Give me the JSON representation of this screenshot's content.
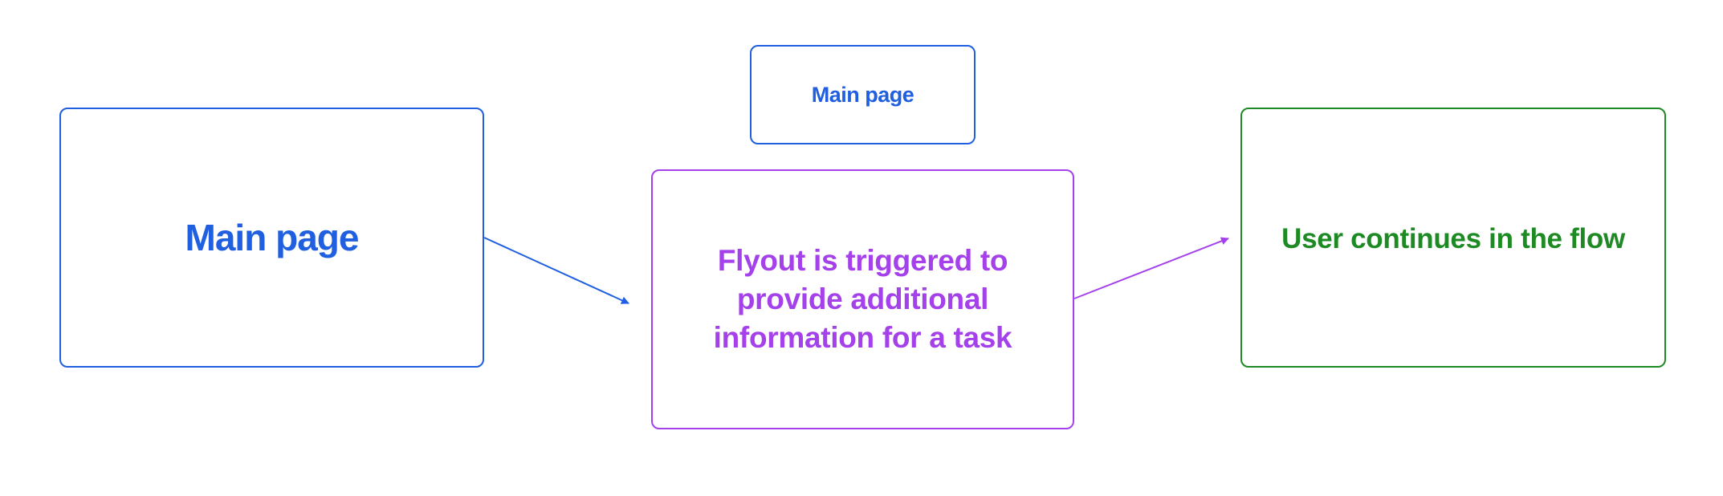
{
  "colors": {
    "blue": "#1f5fe0",
    "purple": "#a541ea",
    "green": "#1e8a23",
    "background": "#ffffff"
  },
  "nodes": {
    "main_page": {
      "label": "Main page"
    },
    "main_page_small": {
      "label": "Main page"
    },
    "flyout": {
      "label": "Flyout is triggered to provide additional information for a task"
    },
    "continue": {
      "label": "User continues in the flow"
    }
  },
  "edges": [
    {
      "from": "main_page",
      "to": "flyout",
      "color": "blue"
    },
    {
      "from": "flyout",
      "to": "continue",
      "color": "purple"
    }
  ]
}
